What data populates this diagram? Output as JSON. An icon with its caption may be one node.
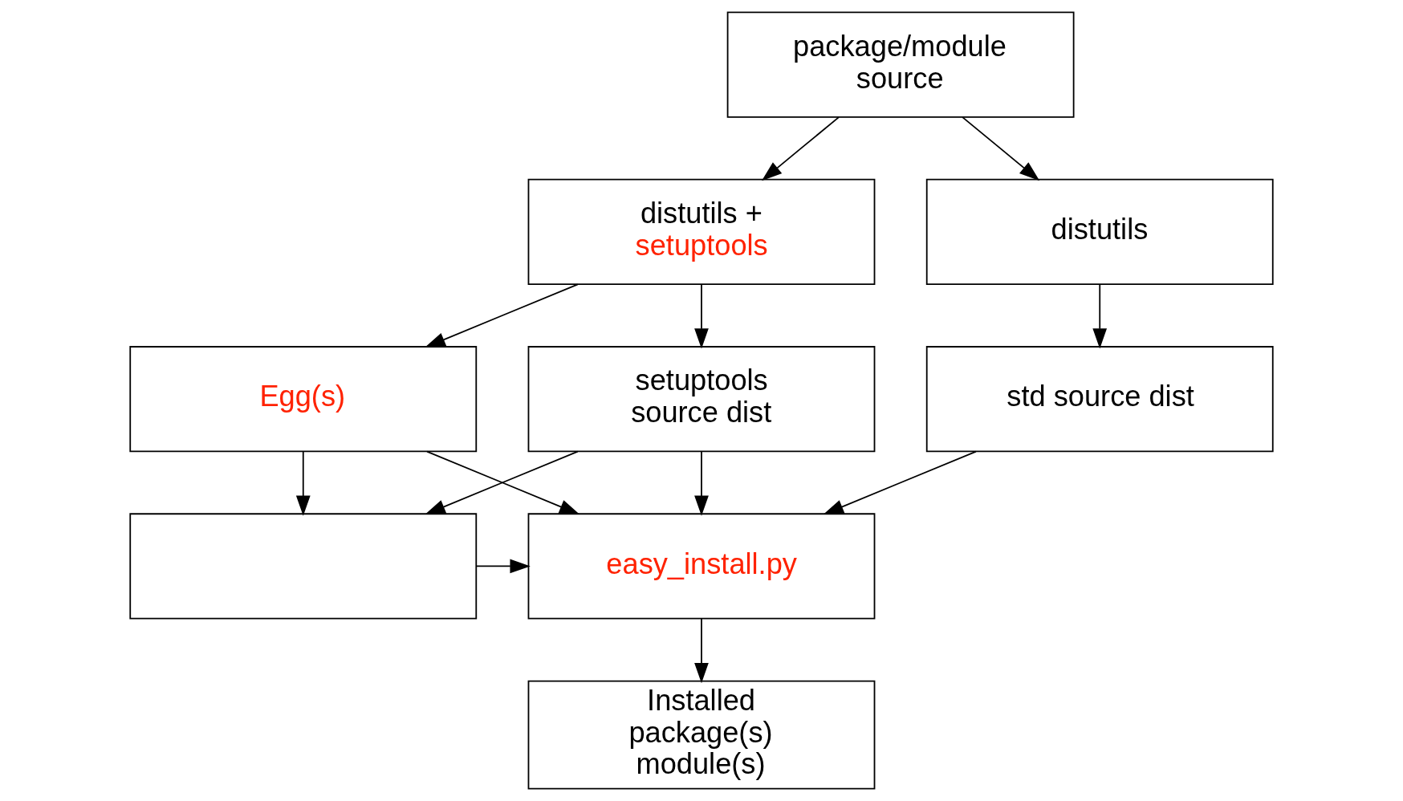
{
  "diagram": {
    "nodes": [
      {
        "text": [
          "package/module source"
        ]
      },
      {
        "text": [
          "distutils"
        ]
      },
      {
        "text": [
          "distutils +",
          "setuptools"
        ]
      },
      {
        "text": [
          "std source dist"
        ]
      },
      {
        "text": [
          "setuptools source dist"
        ]
      },
      {
        "text": [
          "Egg(s)"
        ]
      },
      {
        "text": [
          "easy_install.py"
        ]
      },
      {
        "text": [],
        "shape": "box"
      },
      {
        "text": [
          "Installed package(s) module(s)"
        ]
      }
    ],
    "edges": [
      {
        "from": 0,
        "to": 1,
        "arrow": "to"
      },
      {
        "from": 0,
        "to": 2,
        "arrow": "to"
      },
      {
        "from": 1,
        "to": 3,
        "arrow": "to"
      },
      {
        "from": 2,
        "to": 4,
        "arrow": "to"
      },
      {
        "from": 2,
        "to": 5,
        "arrow": "to"
      },
      {
        "from": 3,
        "to": 6,
        "arrow": "to"
      },
      {
        "from": 4,
        "to": 6,
        "arrow": "to"
      },
      {
        "from": 4,
        "to": 7,
        "arrow": "to"
      },
      {
        "from": 5,
        "to": 6,
        "arrow": "to"
      },
      {
        "from": 5,
        "to": 7,
        "arrow": "to"
      },
      {
        "from": 7,
        "to": 6,
        "arrow": "to"
      },
      {
        "from": 6,
        "to": 8,
        "arrow": "to"
      }
    ]
  }
}
